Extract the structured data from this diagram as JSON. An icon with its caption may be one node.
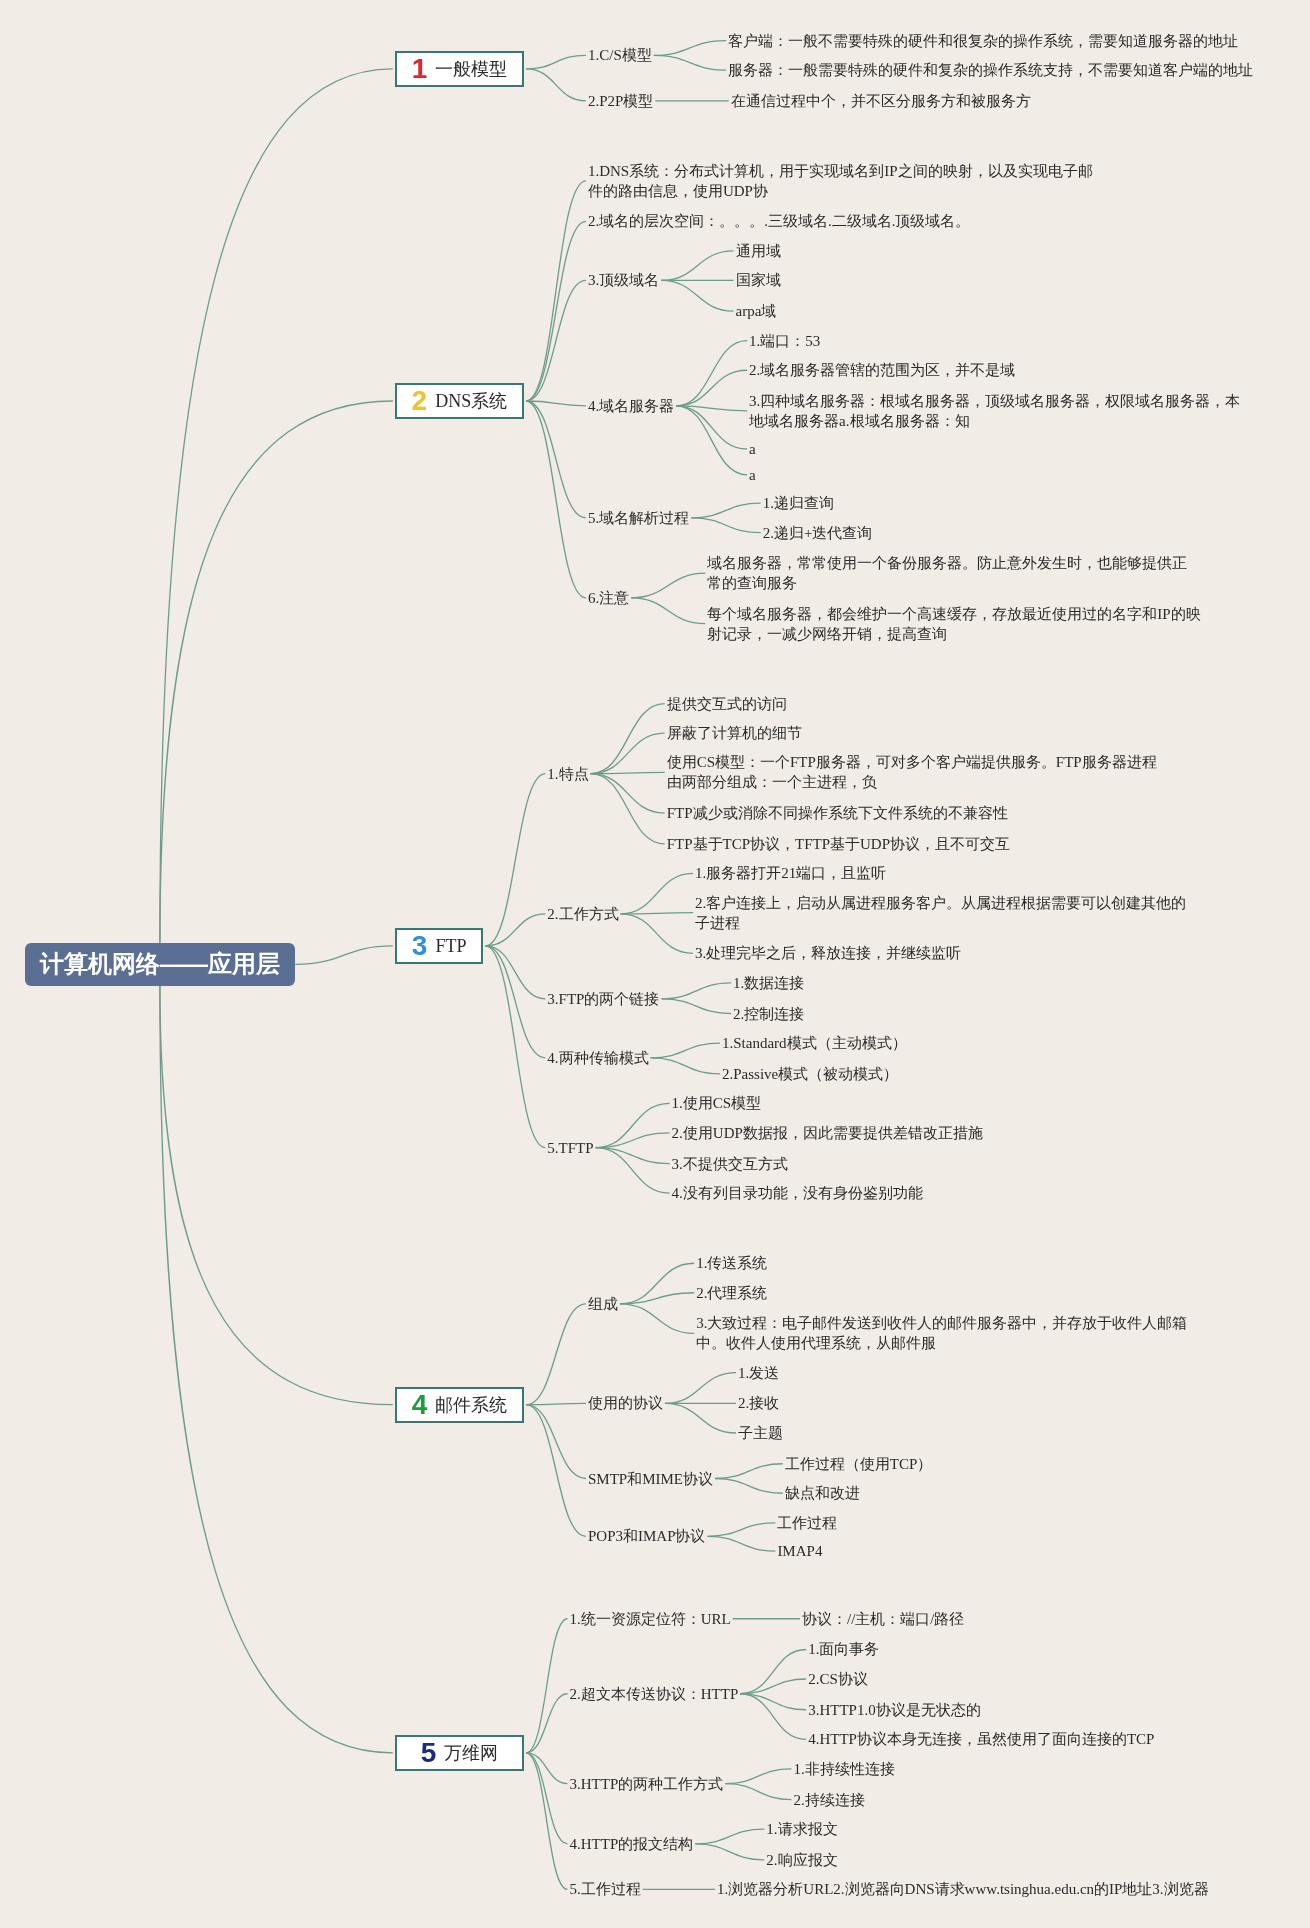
{
  "diagram": {
    "nodes": [
      {
        "text": [
          "计算机网络——应用层"
        ]
      },
      {
        "text": [
          "1",
          "一般模型"
        ]
      },
      {
        "text": [
          "1.C/S模型"
        ]
      },
      {
        "text": [
          "客户端：一般不需要特殊的硬件和很复杂的操作系统，需要知道服务器的地址"
        ]
      },
      {
        "text": [
          "服务器：一般需要特殊的硬件和复杂的操作系统支持，不需要知道客户端的地址"
        ]
      },
      {
        "text": [
          "2.P2P模型"
        ]
      },
      {
        "text": [
          "在通信过程中个，并不区分服务方和被服务方"
        ]
      },
      {
        "text": [
          "2",
          "DNS系统"
        ]
      },
      {
        "text": [
          "1.DNS系统：分布式计算机，用于实现域名到IP之间的映射，以及实现电子邮件的路由信息，使用UDP协"
        ]
      },
      {
        "text": [
          "2.域名的层次空间：。。。.三级域名.二级域名.顶级域名。"
        ]
      },
      {
        "text": [
          "3.顶级域名"
        ]
      },
      {
        "text": [
          "通用域"
        ]
      },
      {
        "text": [
          "国家域"
        ]
      },
      {
        "text": [
          "arpa域"
        ]
      },
      {
        "text": [
          "4.域名服务器"
        ]
      },
      {
        "text": [
          "1.端口：53"
        ]
      },
      {
        "text": [
          "2.域名服务器管辖的范围为区，并不是域"
        ]
      },
      {
        "text": [
          "3.四种域名服务器：根域名服务器，顶级域名服务器，权限域名服务器，本地域名服务器a.根域名服务器：知"
        ]
      },
      {
        "text": [
          "a"
        ]
      },
      {
        "text": [
          "a"
        ]
      },
      {
        "text": [
          "5.域名解析过程"
        ]
      },
      {
        "text": [
          "1.递归查询"
        ]
      },
      {
        "text": [
          "2.递归+迭代查询"
        ]
      },
      {
        "text": [
          "6.注意"
        ]
      },
      {
        "text": [
          "域名服务器，常常使用一个备份服务器。防止意外发生时，也能够提供正常的查询服务"
        ]
      },
      {
        "text": [
          "每个域名服务器，都会维护一个高速缓存，存放最近使用过的名字和IP的映射记录，一减少网络开销，提高查询"
        ]
      },
      {
        "text": [
          "3",
          "FTP"
        ]
      },
      {
        "text": [
          "1.特点"
        ]
      },
      {
        "text": [
          "提供交互式的访问"
        ]
      },
      {
        "text": [
          "屏蔽了计算机的细节"
        ]
      },
      {
        "text": [
          "使用CS模型：一个FTP服务器，可对多个客户端提供服务。FTP服务器进程由两部分组成：一个主进程，负"
        ]
      },
      {
        "text": [
          "FTP减少或消除不同操作系统下文件系统的不兼容性"
        ]
      },
      {
        "text": [
          "FTP基于TCP协议，TFTP基于UDP协议，且不可交互"
        ]
      },
      {
        "text": [
          "2.工作方式"
        ]
      },
      {
        "text": [
          "1.服务器打开21端口，且监听"
        ]
      },
      {
        "text": [
          "2.客户连接上，启动从属进程服务客户。从属进程根据需要可以创建其他的子进程"
        ]
      },
      {
        "text": [
          "3.处理完毕之后，释放连接，并继续监听"
        ]
      },
      {
        "text": [
          "3.FTP的两个链接"
        ]
      },
      {
        "text": [
          "1.数据连接"
        ]
      },
      {
        "text": [
          "2.控制连接"
        ]
      },
      {
        "text": [
          "4.两种传输模式"
        ]
      },
      {
        "text": [
          "1.Standard模式（主动模式）"
        ]
      },
      {
        "text": [
          "2.Passive模式（被动模式）"
        ]
      },
      {
        "text": [
          "5.TFTP"
        ]
      },
      {
        "text": [
          "1.使用CS模型"
        ]
      },
      {
        "text": [
          "2.使用UDP数据报，因此需要提供差错改正措施"
        ]
      },
      {
        "text": [
          "3.不提供交互方式"
        ]
      },
      {
        "text": [
          "4.没有列目录功能，没有身份鉴别功能"
        ]
      },
      {
        "text": [
          "4",
          "邮件系统"
        ]
      },
      {
        "text": [
          "组成"
        ]
      },
      {
        "text": [
          "1.传送系统"
        ]
      },
      {
        "text": [
          "2.代理系统"
        ]
      },
      {
        "text": [
          "3.大致过程：电子邮件发送到收件人的邮件服务器中，并存放于收件人邮箱中。收件人使用代理系统，从邮件服"
        ]
      },
      {
        "text": [
          "使用的协议"
        ]
      },
      {
        "text": [
          "1.发送"
        ]
      },
      {
        "text": [
          "2.接收"
        ]
      },
      {
        "text": [
          "子主题"
        ]
      },
      {
        "text": [
          "SMTP和MIME协议"
        ]
      },
      {
        "text": [
          "工作过程（使用TCP）"
        ]
      },
      {
        "text": [
          "缺点和改进"
        ]
      },
      {
        "text": [
          "POP3和IMAP协议"
        ]
      },
      {
        "text": [
          "工作过程"
        ]
      },
      {
        "text": [
          "IMAP4"
        ]
      },
      {
        "text": [
          "5",
          "万维网"
        ]
      },
      {
        "text": [
          "1.统一资源定位符：URL"
        ]
      },
      {
        "text": [
          "协议：//主机：端口/路径"
        ]
      },
      {
        "text": [
          "2.超文本传送协议：HTTP"
        ]
      },
      {
        "text": [
          "1.面向事务"
        ]
      },
      {
        "text": [
          "2.CS协议"
        ]
      },
      {
        "text": [
          "3.HTTP1.0协议是无状态的"
        ]
      },
      {
        "text": [
          "4.HTTP协议本身无连接，虽然使用了面向连接的TCP"
        ]
      },
      {
        "text": [
          "3.HTTP的两种工作方式"
        ]
      },
      {
        "text": [
          "1.非持续性连接"
        ]
      },
      {
        "text": [
          "2.持续连接"
        ]
      },
      {
        "text": [
          "4.HTTP的报文结构"
        ]
      },
      {
        "text": [
          "1.请求报文"
        ]
      },
      {
        "text": [
          "2.响应报文"
        ]
      },
      {
        "text": [
          "5.工作过程"
        ]
      },
      {
        "text": [
          "1.浏览器分析URL2.浏览器向DNS请求www.tsinghua.edu.cn的IP地址3.浏览器"
        ]
      }
    ],
    "edges": [
      {
        "from": 0,
        "to": 1,
        "arrow": "none"
      },
      {
        "from": 1,
        "to": 2,
        "arrow": "none"
      },
      {
        "from": 2,
        "to": 3,
        "arrow": "none"
      },
      {
        "from": 2,
        "to": 4,
        "arrow": "none"
      },
      {
        "from": 1,
        "to": 5,
        "arrow": "none"
      },
      {
        "from": 5,
        "to": 6,
        "arrow": "none"
      },
      {
        "from": 0,
        "to": 7,
        "arrow": "none"
      },
      {
        "from": 7,
        "to": 8,
        "arrow": "none"
      },
      {
        "from": 7,
        "to": 9,
        "arrow": "none"
      },
      {
        "from": 7,
        "to": 10,
        "arrow": "none"
      },
      {
        "from": 10,
        "to": 11,
        "arrow": "none"
      },
      {
        "from": 10,
        "to": 12,
        "arrow": "none"
      },
      {
        "from": 10,
        "to": 13,
        "arrow": "none"
      },
      {
        "from": 7,
        "to": 14,
        "arrow": "none"
      },
      {
        "from": 14,
        "to": 15,
        "arrow": "none"
      },
      {
        "from": 14,
        "to": 16,
        "arrow": "none"
      },
      {
        "from": 14,
        "to": 17,
        "arrow": "none"
      },
      {
        "from": 14,
        "to": 18,
        "arrow": "none"
      },
      {
        "from": 14,
        "to": 19,
        "arrow": "none"
      },
      {
        "from": 7,
        "to": 20,
        "arrow": "none"
      },
      {
        "from": 20,
        "to": 21,
        "arrow": "none"
      },
      {
        "from": 20,
        "to": 22,
        "arrow": "none"
      },
      {
        "from": 7,
        "to": 23,
        "arrow": "none"
      },
      {
        "from": 23,
        "to": 24,
        "arrow": "none"
      },
      {
        "from": 23,
        "to": 25,
        "arrow": "none"
      },
      {
        "from": 0,
        "to": 26,
        "arrow": "none"
      },
      {
        "from": 26,
        "to": 27,
        "arrow": "none"
      },
      {
        "from": 27,
        "to": 28,
        "arrow": "none"
      },
      {
        "from": 27,
        "to": 29,
        "arrow": "none"
      },
      {
        "from": 27,
        "to": 30,
        "arrow": "none"
      },
      {
        "from": 27,
        "to": 31,
        "arrow": "none"
      },
      {
        "from": 27,
        "to": 32,
        "arrow": "none"
      },
      {
        "from": 26,
        "to": 33,
        "arrow": "none"
      },
      {
        "from": 33,
        "to": 34,
        "arrow": "none"
      },
      {
        "from": 33,
        "to": 35,
        "arrow": "none"
      },
      {
        "from": 33,
        "to": 36,
        "arrow": "none"
      },
      {
        "from": 26,
        "to": 37,
        "arrow": "none"
      },
      {
        "from": 37,
        "to": 38,
        "arrow": "none"
      },
      {
        "from": 37,
        "to": 39,
        "arrow": "none"
      },
      {
        "from": 26,
        "to": 40,
        "arrow": "none"
      },
      {
        "from": 40,
        "to": 41,
        "arrow": "none"
      },
      {
        "from": 40,
        "to": 42,
        "arrow": "none"
      },
      {
        "from": 26,
        "to": 43,
        "arrow": "none"
      },
      {
        "from": 43,
        "to": 44,
        "arrow": "none"
      },
      {
        "from": 43,
        "to": 45,
        "arrow": "none"
      },
      {
        "from": 43,
        "to": 46,
        "arrow": "none"
      },
      {
        "from": 43,
        "to": 47,
        "arrow": "none"
      },
      {
        "from": 0,
        "to": 48,
        "arrow": "none"
      },
      {
        "from": 48,
        "to": 49,
        "arrow": "none"
      },
      {
        "from": 49,
        "to": 50,
        "arrow": "none"
      },
      {
        "from": 49,
        "to": 51,
        "arrow": "none"
      },
      {
        "from": 49,
        "to": 52,
        "arrow": "none"
      },
      {
        "from": 48,
        "to": 53,
        "arrow": "none"
      },
      {
        "from": 53,
        "to": 54,
        "arrow": "none"
      },
      {
        "from": 53,
        "to": 55,
        "arrow": "none"
      },
      {
        "from": 53,
        "to": 56,
        "arrow": "none"
      },
      {
        "from": 48,
        "to": 57,
        "arrow": "none"
      },
      {
        "from": 57,
        "to": 58,
        "arrow": "none"
      },
      {
        "from": 57,
        "to": 59,
        "arrow": "none"
      },
      {
        "from": 48,
        "to": 60,
        "arrow": "none"
      },
      {
        "from": 60,
        "to": 61,
        "arrow": "none"
      },
      {
        "from": 60,
        "to": 62,
        "arrow": "none"
      },
      {
        "from": 0,
        "to": 63,
        "arrow": "none"
      },
      {
        "from": 63,
        "to": 64,
        "arrow": "none"
      },
      {
        "from": 64,
        "to": 65,
        "arrow": "none"
      },
      {
        "from": 63,
        "to": 66,
        "arrow": "none"
      },
      {
        "from": 66,
        "to": 67,
        "arrow": "none"
      },
      {
        "from": 66,
        "to": 68,
        "arrow": "none"
      },
      {
        "from": 66,
        "to": 69,
        "arrow": "none"
      },
      {
        "from": 66,
        "to": 70,
        "arrow": "none"
      },
      {
        "from": 63,
        "to": 71,
        "arrow": "none"
      },
      {
        "from": 71,
        "to": 72,
        "arrow": "none"
      },
      {
        "from": 71,
        "to": 73,
        "arrow": "none"
      },
      {
        "from": 63,
        "to": 74,
        "arrow": "none"
      },
      {
        "from": 74,
        "to": 75,
        "arrow": "none"
      },
      {
        "from": 74,
        "to": 76,
        "arrow": "none"
      },
      {
        "from": 63,
        "to": 77,
        "arrow": "none"
      },
      {
        "from": 77,
        "to": 78,
        "arrow": "none"
      }
    ]
  }
}
